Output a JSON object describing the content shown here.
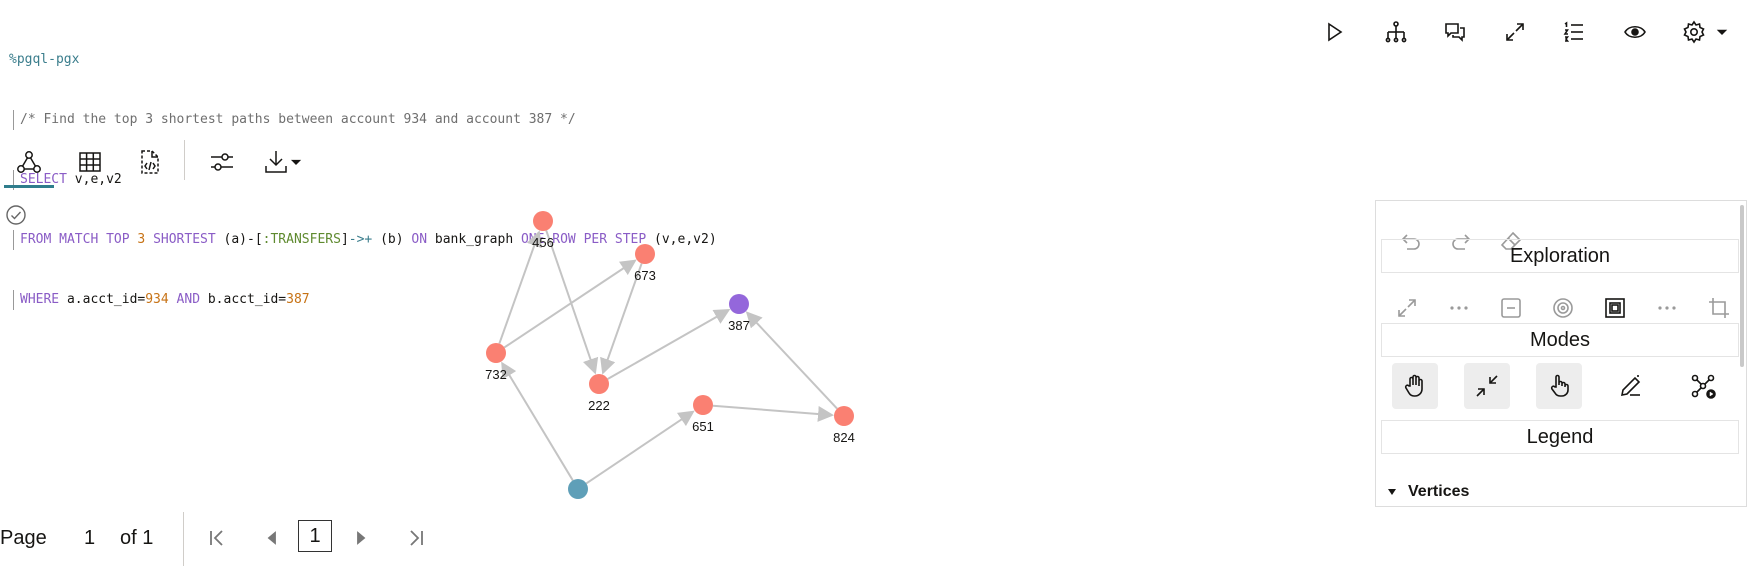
{
  "code": {
    "interpreter": "%pgql-pgx",
    "comment": "/* Find the top 3 shortest paths between account 934 and account 387 */",
    "select_kw": "SELECT",
    "select_vars": " v,e,v2",
    "from_kw": "FROM MATCH TOP",
    "top_n": "3",
    "shortest_kw": "SHORTEST",
    "pattern_a": " (a)-[",
    "edge_label": ":TRANSFERS",
    "pattern_mid": "]",
    "arrow": "->+",
    "pattern_b": " (b) ",
    "on_kw": "ON",
    "graph_name": " bank_graph ",
    "row_kw": "ONE ROW PER STEP",
    "row_vars": " (v,e,v2)",
    "where_kw": "WHERE",
    "where_a": " a.acct_id=",
    "where_a_val": "934",
    "and_kw": " AND ",
    "where_b": "b.acct_id=",
    "where_b_val": "387"
  },
  "top_toolbar": [
    "run-icon",
    "hierarchy-icon",
    "comments-icon",
    "expand-icon",
    "ordered-list-icon",
    "eye-icon",
    "gear-icon"
  ],
  "view_tabs": [
    "graph-view-icon",
    "table-view-icon",
    "code-file-icon",
    "settings-sliders-icon",
    "download-icon"
  ],
  "colors": {
    "accent": "#2f7d8c",
    "vertex_default": "#fa8072",
    "vertex_target": "#9467db",
    "vertex_source": "#5f9fb8",
    "edge": "#c4c4c4"
  },
  "graph": {
    "vertices": [
      {
        "id": "456",
        "label": "456",
        "role": "default"
      },
      {
        "id": "673",
        "label": "673",
        "role": "default"
      },
      {
        "id": "387",
        "label": "387",
        "role": "target"
      },
      {
        "id": "732",
        "label": "732",
        "role": "default"
      },
      {
        "id": "222",
        "label": "222",
        "role": "default"
      },
      {
        "id": "651",
        "label": "651",
        "role": "default"
      },
      {
        "id": "824",
        "label": "824",
        "role": "default"
      },
      {
        "id": "934",
        "label": "",
        "role": "source"
      }
    ],
    "edges": [
      [
        "934",
        "732"
      ],
      [
        "732",
        "456"
      ],
      [
        "732",
        "673"
      ],
      [
        "456",
        "222"
      ],
      [
        "673",
        "222"
      ],
      [
        "222",
        "387"
      ],
      [
        "934",
        "651"
      ],
      [
        "651",
        "824"
      ],
      [
        "824",
        "387"
      ]
    ]
  },
  "panel": {
    "exploration_title": "Exploration",
    "modes_title": "Modes",
    "legend_title": "Legend",
    "vertices_label": "Vertices"
  },
  "pagination": {
    "page_label": "Page",
    "page_number": "1",
    "of_label": "of 1",
    "current_box": "1"
  }
}
